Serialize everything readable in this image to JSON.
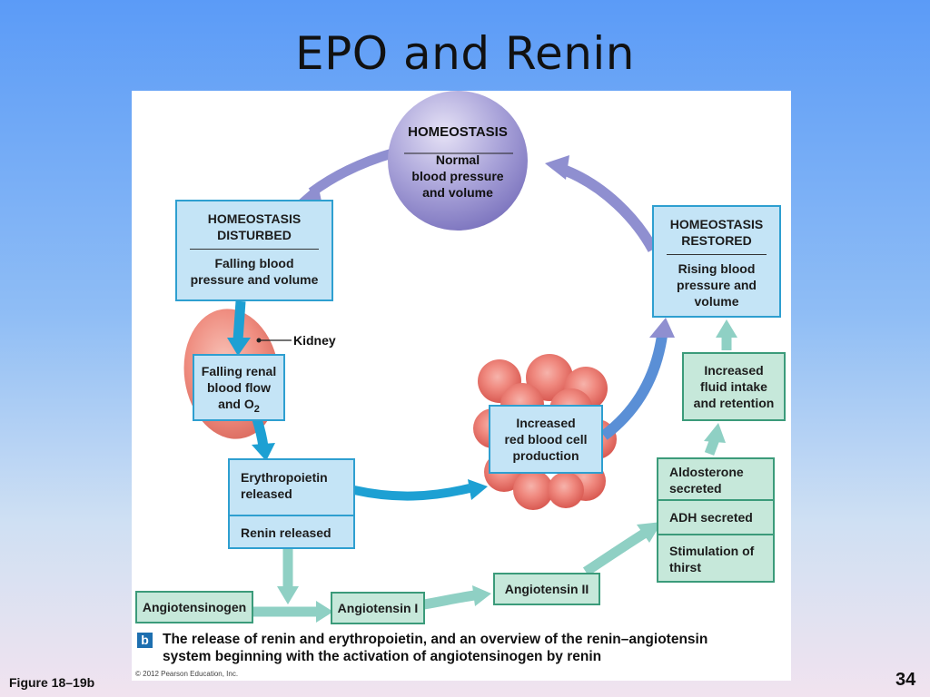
{
  "slide": {
    "title": "EPO and Renin",
    "figure_label": "Figure 18–19b",
    "page_number": "34"
  },
  "diagram": {
    "homeostasis": {
      "title": "HOMEOSTASIS",
      "line1": "Normal",
      "line2": "blood pressure",
      "line3": "and volume"
    },
    "disturbed": {
      "title1": "HOMEOSTASIS",
      "title2": "DISTURBED",
      "line1": "Falling blood",
      "line2": "pressure and volume"
    },
    "restored": {
      "title1": "HOMEOSTASIS",
      "title2": "RESTORED",
      "line1": "Rising blood",
      "line2": "pressure and",
      "line3": "volume"
    },
    "kidney_label": "Kidney",
    "falling_renal": {
      "line1": "Falling renal",
      "line2": "blood flow",
      "line3": "and O",
      "sub": "2"
    },
    "epo_released": {
      "line1": "Erythropoietin",
      "line2": "released"
    },
    "renin_released": "Renin released",
    "rbc_production": {
      "line1": "Increased",
      "line2": "red blood cell",
      "line3": "production"
    },
    "fluid_intake": {
      "line1": "Increased",
      "line2": "fluid intake",
      "line3": "and retention"
    },
    "aldosterone": {
      "line1": "Aldosterone",
      "line2": "secreted"
    },
    "adh": "ADH secreted",
    "thirst": {
      "line1": "Stimulation of",
      "line2": "thirst"
    },
    "angiotensinogen": "Angiotensinogen",
    "angiotensin1": "Angiotensin I",
    "angiotensin2": "Angiotensin II",
    "caption_letter": "b",
    "caption_line1": "The release of renin and erythropoietin, and an overview of the renin–angiotensin",
    "caption_line2": "system beginning with the activation of angiotensinogen by renin",
    "copyright": "© 2012 Pearson Education, Inc."
  },
  "colors": {
    "blue_box": "#c4e4f6",
    "blue_border": "#2e9fd0",
    "green_box": "#c6e8da",
    "green_border": "#3b9b7a",
    "purple_arrow": "#8f8fd0",
    "blue_arrow": "#1da0d3",
    "green_arrow": "#8fd0c4",
    "rbc": "#ef7a72"
  }
}
